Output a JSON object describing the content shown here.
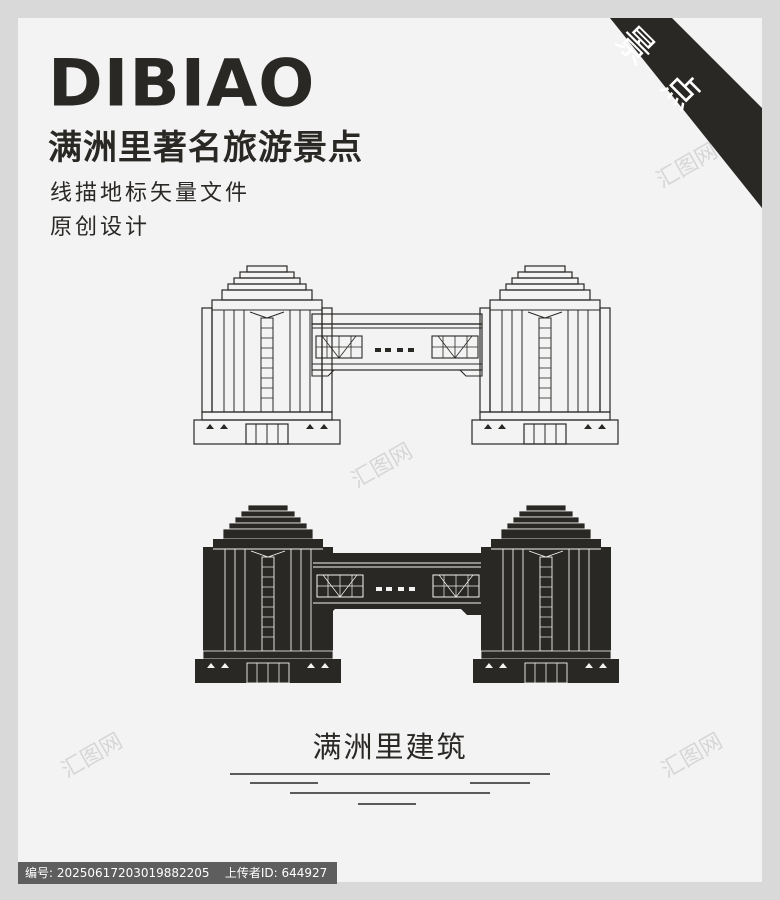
{
  "brand": "DIBIAO",
  "title": "满洲里著名旅游景点",
  "subtitle_lines": [
    "线描地标矢量文件",
    "原创设计"
  ],
  "corner_label": "景点",
  "caption": "满洲里建筑",
  "watermark": "汇图网",
  "footer": {
    "id_label": "编号:",
    "id_value": "20250617203019882205",
    "uploader_label": "上传者ID:",
    "uploader_value": "644927"
  },
  "colors": {
    "ink": "#2a2825",
    "paper": "#f3f3f3",
    "frame": "#d9d9d9",
    "footer_bg": "#5e5e5e"
  }
}
